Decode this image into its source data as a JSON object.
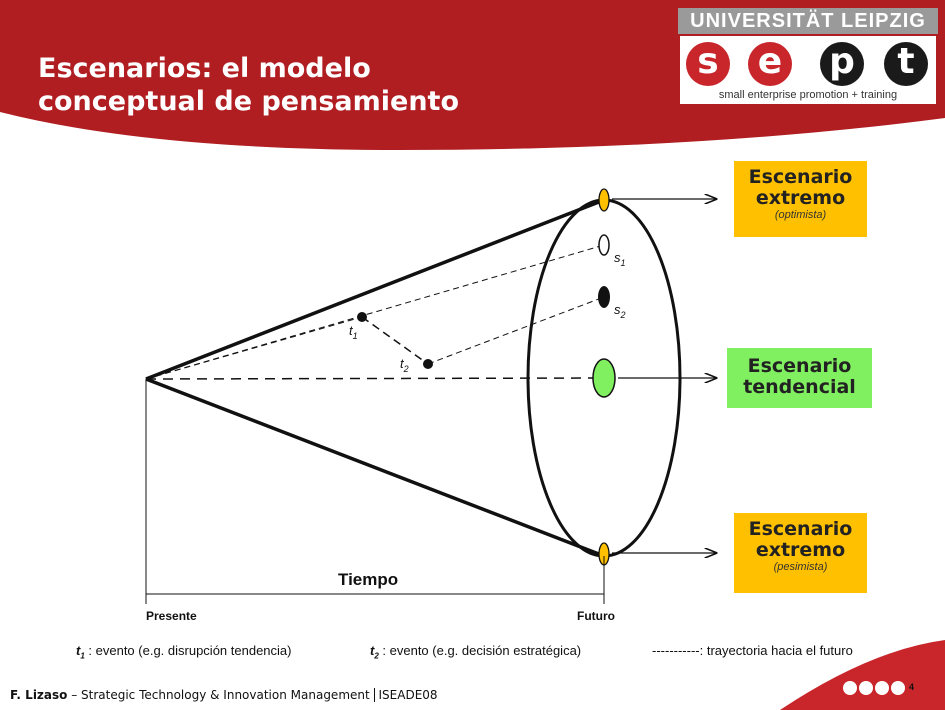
{
  "title": {
    "line1": "Escenarios: el modelo",
    "line2": "conceptual de pensamiento"
  },
  "logo": {
    "university": "UNIVERSITÄT LEIPZIG",
    "letters": [
      "s",
      "e",
      "p",
      "t"
    ],
    "tagline": "small enterprise promotion + training",
    "colors": {
      "s": "#c8262b",
      "e": "#c8262b",
      "p": "#1a1a1a",
      "t": "#1a1a1a"
    }
  },
  "scenarios": {
    "optimistic": {
      "title_line1": "Escenario",
      "title_line2": "extremo",
      "subtitle": "(optimista)",
      "color": "#ffc000"
    },
    "trend": {
      "title_line1": "Escenario",
      "title_line2": "tendencial",
      "color": "#80f060"
    },
    "pessimistic": {
      "title_line1": "Escenario",
      "title_line2": "extremo",
      "subtitle": "(pesimista)",
      "color": "#ffc000"
    }
  },
  "diagram": {
    "s1": "s",
    "s1_sub": "1",
    "s2": "s",
    "s2_sub": "2",
    "t1": "t",
    "t1_sub": "1",
    "t2": "t",
    "t2_sub": "2",
    "time_label": "Tiempo",
    "present_label": "Presente",
    "future_label": "Futuro"
  },
  "legend": {
    "t1_symbol": "t",
    "t1_sub": "1",
    "t1_text": " : evento (e.g. disrupción tendencia)",
    "t2_symbol": "t",
    "t2_sub": "2",
    "t2_text": " : evento (e.g. decisión estratégica)",
    "path_text": "-----------: trayectoria hacia el futuro"
  },
  "footer": {
    "author": "F. Lizaso",
    "text": " – Strategic Technology & Innovation Management ",
    "event": "ISEADE08",
    "page": "4"
  },
  "colors": {
    "header_red": "#b01e22",
    "gold": "#ffc000",
    "green": "#80f060"
  }
}
